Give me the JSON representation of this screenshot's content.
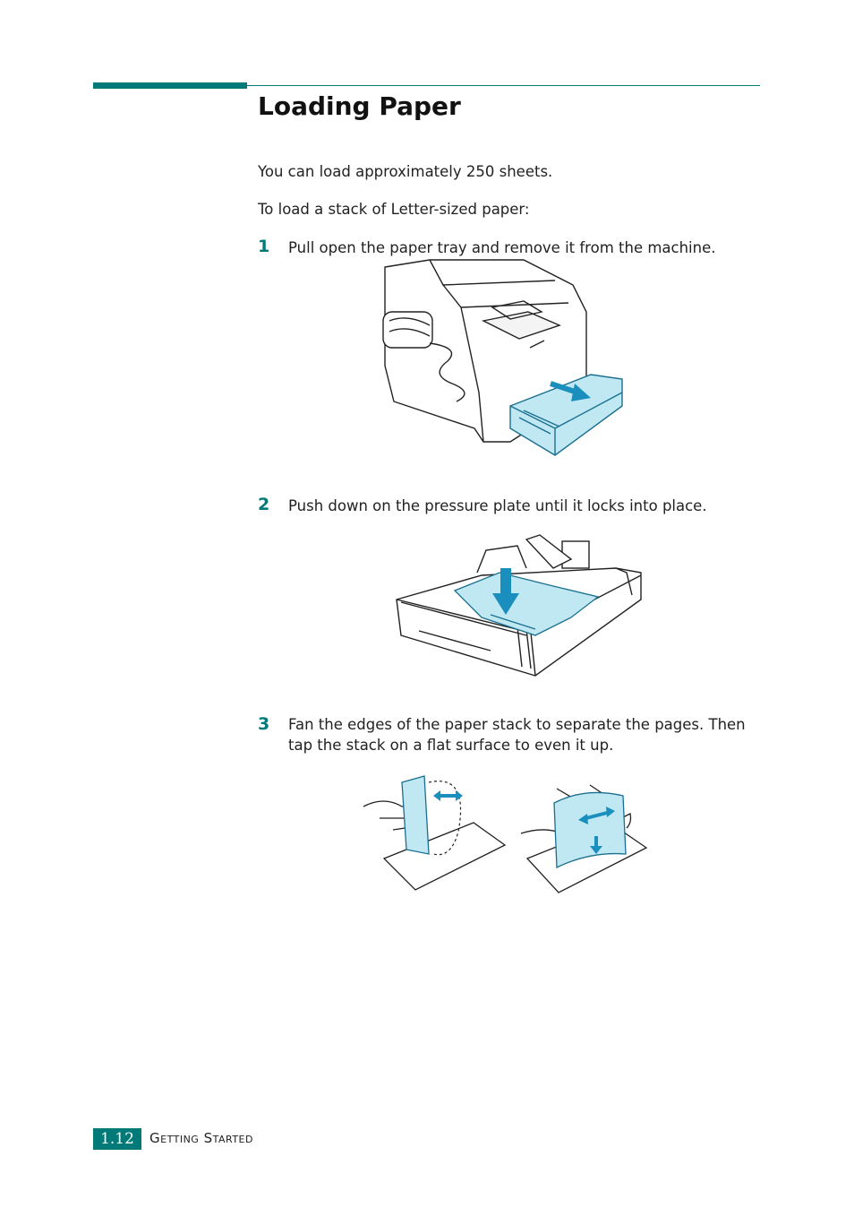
{
  "heading": "Loading Paper",
  "intro": [
    "You can load approximately 250 sheets.",
    "To load a stack of Letter-sized paper:"
  ],
  "steps": [
    {
      "number": "1",
      "text": "Pull open the paper tray and remove it from the machine."
    },
    {
      "number": "2",
      "text": "Push down on the pressure plate until it locks into place."
    },
    {
      "number": "3",
      "text": "Fan the edges of the paper stack to separate the pages. Then tap the stack on a flat surface to even it up."
    }
  ],
  "footer": {
    "page_number": "1.12",
    "section": "Getting Started"
  },
  "colors": {
    "accent": "#007a78",
    "highlight": "#bfe8f3",
    "arrow": "#1a8fbe"
  }
}
